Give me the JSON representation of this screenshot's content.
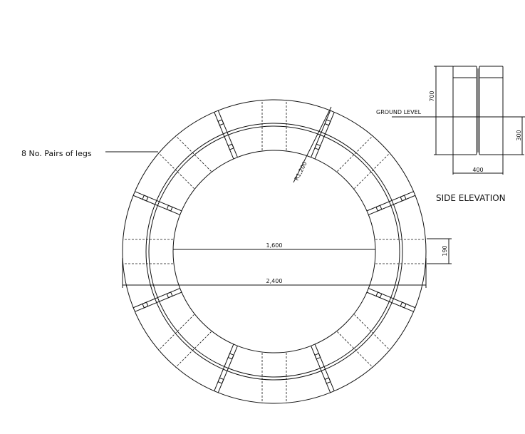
{
  "labels": {
    "legs_note": "8 No. Pairs of legs",
    "radius": "R1,200",
    "inner_diameter": "1,600",
    "outer_diameter": "2,400",
    "ring_width": "190",
    "ground_level": "GROUND LEVEL",
    "height": "700",
    "depth_below_ground": "300",
    "width": "400",
    "side_elevation_title": "SIDE ELEVATION"
  }
}
